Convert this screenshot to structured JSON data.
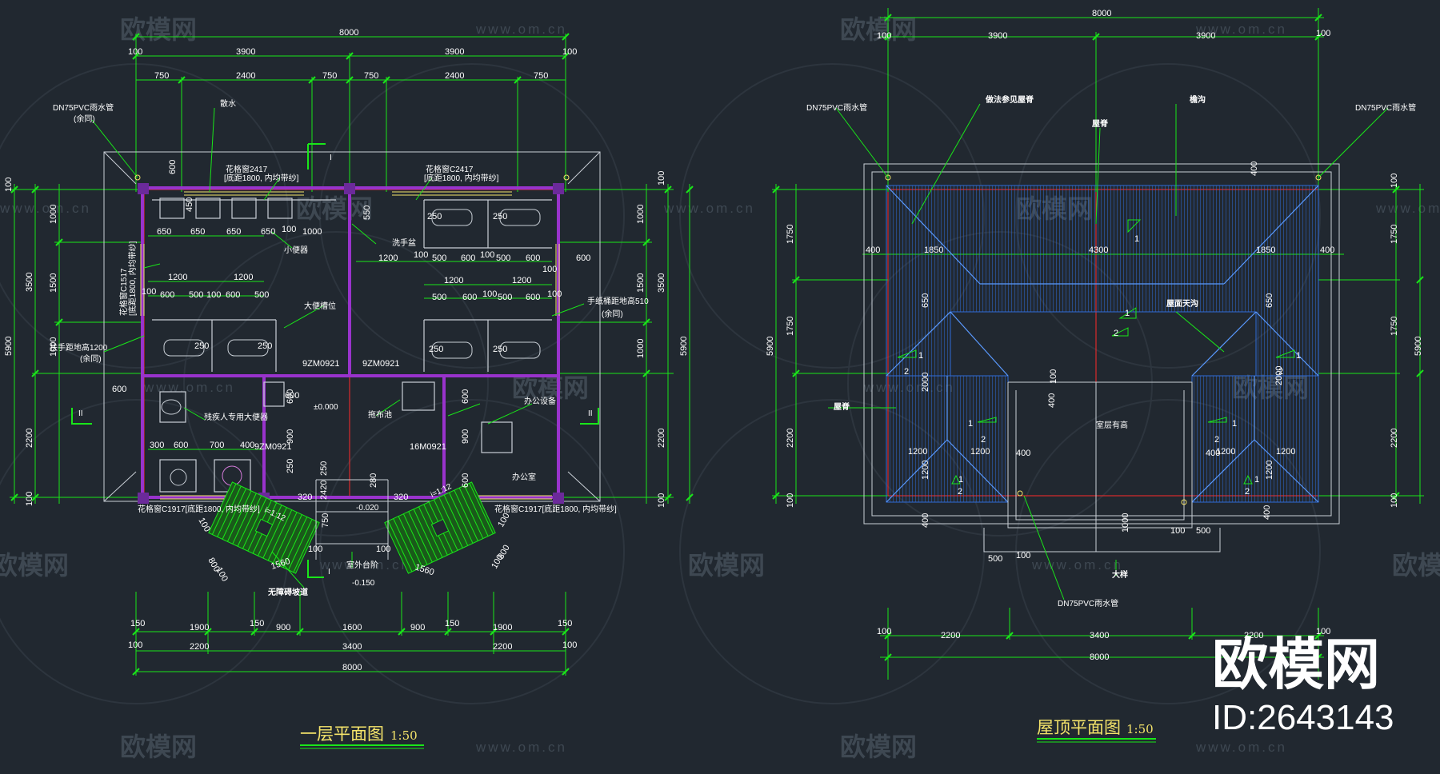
{
  "watermark": {
    "logo": "欧模网",
    "url": "www.om.cn"
  },
  "brand": {
    "name": "欧模网",
    "id": "ID:2643143"
  },
  "colors": {
    "background": "#212830",
    "dim": "#19e619",
    "wall": "#9933cc",
    "axis": "#ff2a2a",
    "roof": "#2f6bd8",
    "title": "#f5e46a"
  },
  "plan1": {
    "title": "一层平面图",
    "scale": "1:50",
    "dims_top": {
      "total": "8000",
      "half_l": "3900",
      "half_r": "3900",
      "edge": "100",
      "s1": "750",
      "s2": "2400",
      "s3": "750",
      "s4": "750",
      "s5": "2400",
      "s6": "750"
    },
    "dims_bottom": {
      "a1": "150",
      "a2": "1900",
      "a3": "150",
      "a4": "900",
      "a5": "1600",
      "a6": "900",
      "a7": "150",
      "a8": "1900",
      "a9": "150",
      "b1": "100",
      "b2": "2200",
      "b3": "3400",
      "b4": "2200",
      "b5": "100",
      "total": "8000"
    },
    "dims_left": {
      "d1": "100",
      "d2": "1000",
      "d3": "3500",
      "d4": "1500",
      "d5": "1000",
      "d6": "2200",
      "d7": "100",
      "total": "5900"
    },
    "dims_right": {
      "d1": "100",
      "d2": "1000",
      "d3": "1500",
      "d4": "3500",
      "d5": "1000",
      "d6": "2200",
      "d7": "100",
      "total": "5900"
    },
    "inner_dims": {
      "r1": [
        "650",
        "650",
        "650",
        "650",
        "100",
        "1000"
      ],
      "r2": [
        "1200",
        "1200"
      ],
      "r3": [
        "100",
        "600",
        "500",
        "100",
        "600",
        "500"
      ],
      "r4": [
        "1200",
        "100",
        "500",
        "600",
        "100",
        "500",
        "600",
        "100",
        "600"
      ],
      "r5": [
        "1200",
        "1200"
      ],
      "r6": [
        "500",
        "600",
        "100",
        "500",
        "600",
        "100"
      ],
      "r7": [
        "300",
        "600",
        "700",
        "400"
      ],
      "misc": [
        "600",
        "450",
        "550",
        "250",
        "250",
        "250",
        "250",
        "250",
        "250",
        "250",
        "250",
        "600",
        "600",
        "600",
        "900",
        "900",
        "1200",
        "1200",
        "2420",
        "280",
        "320",
        "320",
        "750",
        "1560",
        "1560",
        "800",
        "800",
        "100",
        "100",
        "100",
        "100",
        "600"
      ]
    },
    "labels": {
      "pipe": "DN75PVC雨水管",
      "pipe_note": "(余同)",
      "sanshui": "散水",
      "window1": "花格窗2417",
      "window1_sub": "[底距1800, 内均带纱]",
      "window2": "花格窗C2417",
      "window2_sub": "[底距1800, 内均带纱]",
      "xiaobian": "小便器",
      "xishou": "洗手盆",
      "dabian": "大便槽位",
      "window3": "花格窗C1517",
      "window3_sub": "[底距1800, 内均带纱]",
      "fuzhu": "扶手距地高1200",
      "fuzhu_sub": "(余同)",
      "shouzhi": "手纸桶距地高510",
      "shouzhi_sub": "(余同)",
      "door1": "9ZM0921",
      "door2": "9ZM0921",
      "door3": "9ZM0921",
      "door4": "16M0921",
      "elev0": "±0.000",
      "tuoba": "拖布池",
      "office_eq": "办公设备",
      "office": "办公室",
      "canzhu": "残疾人专用大便器",
      "window4": "花格窗C1917[底距1800, 内均带纱]",
      "window5": "花格窗C1917[底距1800, 内均带纱]",
      "elev1": "-0.020",
      "outdoor": "室外台阶",
      "elev2": "-0.150",
      "ramp": "无障碍坡道",
      "sec1": "I",
      "sec2": "II",
      "sec3": "II",
      "sec4": "I",
      "slope": "i=1:12"
    }
  },
  "plan2": {
    "title": "屋顶平面图",
    "scale": "1:50",
    "dims_top": {
      "total": "8000",
      "half_l": "3900",
      "half_r": "3900",
      "e1": "100",
      "e2": "100"
    },
    "dims_row": [
      "400",
      "1850",
      "4300",
      "1850",
      "400"
    ],
    "dims_bottom": {
      "a1": "100",
      "a2": "2200",
      "a3": "3400",
      "a4": "2200",
      "a5": "100",
      "total": "8000"
    },
    "dims_left": {
      "d1": "100",
      "d2": "1750",
      "d3": "1750",
      "d4": "2200",
      "d5": "100",
      "total": "5900"
    },
    "dims_right": {
      "d1": "100",
      "d2": "1750",
      "d3": "1750",
      "d4": "2200",
      "d5": "100",
      "total": "5900"
    },
    "inner_dims": [
      "650",
      "650",
      "1200",
      "1200",
      "400",
      "1200",
      "1200",
      "400",
      "1200",
      "1200",
      "400",
      "400",
      "100",
      "500",
      "500",
      "100",
      "1000",
      "2000",
      "400",
      "100",
      "2000",
      "400"
    ],
    "labels": {
      "pipe_l": "DN75PVC雨水管",
      "pipe_r": "DN75PVC雨水管",
      "pipe_b": "DN75PVC雨水管",
      "ridge_note": "做法参见屋脊",
      "ridge": "屋脊",
      "gutter": "檐沟",
      "valley": "屋面天沟",
      "ridge2": "屋脊",
      "roof_below": "室层有高",
      "detail": "大样",
      "slope1": "1",
      "slope2": "2"
    }
  }
}
